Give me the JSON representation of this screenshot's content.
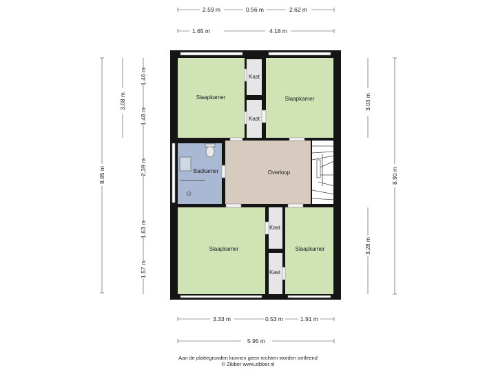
{
  "colors": {
    "bedroom": "#cfe3b5",
    "landing": "#d6cbbe",
    "bathroom": "#a9b8d3",
    "closet": "#e6e6e6",
    "wall": "#151515",
    "dim_line": "#444444"
  },
  "rooms": {
    "bedroom_top_left": "Slaapkamer",
    "closet_top_1": "Kast",
    "closet_top_2": "Kast",
    "bedroom_top_right": "Slaapkamer",
    "bathroom": "Badkamer",
    "landing": "Overloop",
    "bedroom_bottom_left": "Slaapkamer",
    "closet_bottom_1": "Kast",
    "closet_bottom_2": "Kast",
    "bedroom_bottom_right": "Slaapkamer"
  },
  "dimensions": {
    "top_row_1": [
      "2.59 m",
      "0.56 m",
      "2.62 m"
    ],
    "top_row_2": [
      "1.65 m",
      "4.18 m"
    ],
    "left_outer": "8.95 m",
    "left_mid": "3.08 m",
    "left_inner": [
      "1.46 m",
      "1.48 m",
      "2.39 m",
      "1.63 m",
      "1.57 m"
    ],
    "right_inner_top": "3.03 m",
    "right_inner_bottom": "3.28 m",
    "right_outer": "8.90 m",
    "bottom_row_1": [
      "3.33 m",
      "0.53 m",
      "1.91 m"
    ],
    "bottom_row_2": "5.95 m"
  },
  "footer": {
    "line1": "Aan de plattegronden kunnen geen rechten worden ontleend",
    "line2": "© Zibber www.zibber.nl"
  }
}
